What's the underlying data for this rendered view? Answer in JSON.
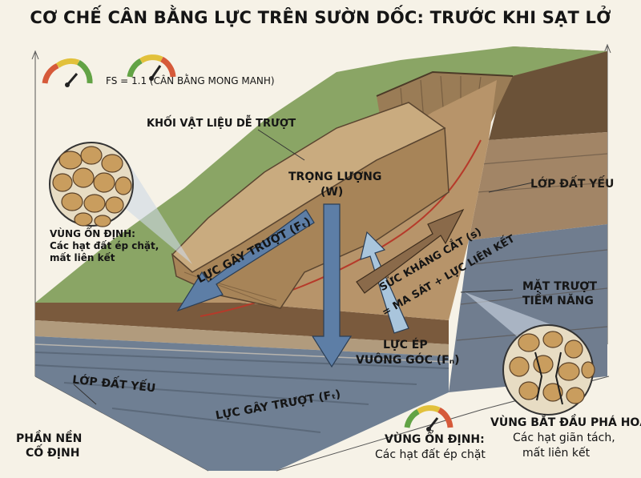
{
  "title": "CƠ CHẾ CÂN BẰNG LỰC TRÊN SƯỜN DỐC: TRƯỚC KHI SẠT LỞ",
  "safety_factor": {
    "label": "FS = 1.1 (CÂN BẰNG MONG MANH)",
    "value": 1.1
  },
  "labels": {
    "sliding_block": "KHỐI VẬT LIỆU DỄ TRƯỢT",
    "weight_line1": "TRỌNG LƯỢNG",
    "weight_line2": "(W)",
    "driving_force_upper": "LỰC GÂY TRƯỢT (Fₜ)",
    "driving_force_lower": "LỰC GÂY TRƯỢT (Fₜ)",
    "shear_line1": "SỨC KHÁNG CẮT (s)",
    "shear_line2": "= MA SÁT + LỰC LIÊN KẾT",
    "normal_line1": "LỰC ÉP",
    "normal_line2": "VUÔNG GÓC (Fₙ)",
    "weak_layer_right": "LỚP ĐẤT YẾU",
    "weak_layer_left": "LỚP ĐẤT YẾU",
    "slip_surface_line1": "MẶT TRƯỢT",
    "slip_surface_line2": "TIỀM NĂNG",
    "bedrock_line1": "PHẦN NỀN",
    "bedrock_line2": "CỐ ĐỊNH"
  },
  "callouts": {
    "stable_left": {
      "title": "VÙNG ỔN ĐỊNH:",
      "line1": "Các hạt đất ép chặt,",
      "line2": "mất liên kết"
    },
    "stable_bottom": {
      "title": "VÙNG ỔN ĐỊNH:",
      "line1": "Các hạt đất ép chặt"
    },
    "failure_right": {
      "title": "VÙNG BẮT ĐẦU PHÁ HOẠI:",
      "line1": "Các hạt giãn tách,",
      "line2": "mất liên kết"
    }
  },
  "colors": {
    "grass": "#8aa565",
    "block": "#c9ab7f",
    "soil_dark": "#6d5238",
    "weak_layer": "#8e8a82",
    "bedrock": "#6f7f93",
    "arrow_blue": "#5d7ea6",
    "slip_line": "#b63a2a",
    "gauge_green": "#62a345",
    "gauge_yellow": "#e2c13b",
    "gauge_red": "#d65a3a"
  }
}
